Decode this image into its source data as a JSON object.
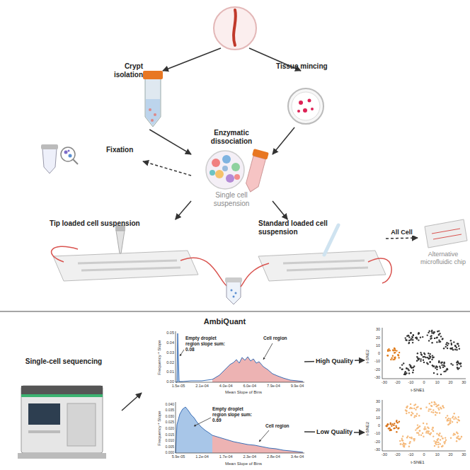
{
  "diagram": {
    "nodes": [
      {
        "text": [
          "Crypt isolation"
        ]
      },
      {
        "text": [
          "Tissue mincing"
        ]
      },
      {
        "text": [
          "Enzymatic dissociation",
          "Single cell suspension"
        ]
      },
      {
        "text": [
          "Fixation"
        ]
      },
      {
        "text": [
          "Tip loaded cell suspension"
        ]
      },
      {
        "text": [
          "Standard loaded cell suspension"
        ]
      },
      {
        "text": [
          "Alternative microfluidic chip"
        ]
      },
      {
        "text": [
          "Single-cell sequencing"
        ]
      },
      {
        "text": [
          "AmbiQuant"
        ]
      },
      {
        "text": [
          "Empty droplet region slope sum: 0.08",
          "Cell region"
        ],
        "in": 8
      },
      {
        "text": [
          "Empty droplet region slope sum: 0.69",
          "Cell region"
        ],
        "in": 8
      },
      {
        "text": [
          "t-SNE2",
          "t-SNE1"
        ]
      },
      {
        "text": [
          "t-SNE2",
          "t-SNE1"
        ]
      }
    ],
    "edges": [
      {
        "from": 0,
        "to": 2,
        "arrow": "to"
      },
      {
        "from": 1,
        "to": 2,
        "arrow": "to"
      },
      {
        "from": 2,
        "to": 3,
        "arrow": "to"
      },
      {
        "from": 2,
        "to": 4,
        "arrow": "to"
      },
      {
        "from": 2,
        "to": 5,
        "arrow": "to"
      },
      {
        "from": 5,
        "to": 6,
        "arrow": "to",
        "label": "All Cell"
      },
      {
        "from": 7,
        "to": 8,
        "arrow": "to"
      },
      {
        "from": 9,
        "to": 11,
        "arrow": "to",
        "label": "High Quality"
      },
      {
        "from": 10,
        "to": 12,
        "arrow": "to",
        "label": "Low Quality"
      }
    ],
    "labels": [
      "0.05",
      "0.04",
      "0.03",
      "0.02",
      "0.01",
      "0.00",
      "Frequency * Slope",
      "1.5e-05",
      "2.1e-04",
      "4.0e-04",
      "6.0e-04",
      "7.9e-04",
      "9.9e-04",
      "Mean Slope of Bins",
      "0.040",
      "0.035",
      "0.030",
      "0.025",
      "0.020",
      "0.015",
      "0.010",
      "0.005",
      "0.000",
      "Frequency * Slope",
      "5.9e-05",
      "1.2e-04",
      "1.7e-04",
      "2.3e-04",
      "2.8e-04",
      "3.4e-04",
      "Mean Slope of Bins",
      "30",
      "20",
      "10",
      "0",
      "-10",
      "-20",
      "-30",
      "-30",
      "-20",
      "-10",
      "0",
      "10",
      "20",
      "30",
      "30",
      "20",
      "10",
      "0",
      "-10",
      "-20",
      "-30",
      "-30",
      "-20",
      "-10",
      "0",
      "10",
      "20",
      "30"
    ]
  }
}
